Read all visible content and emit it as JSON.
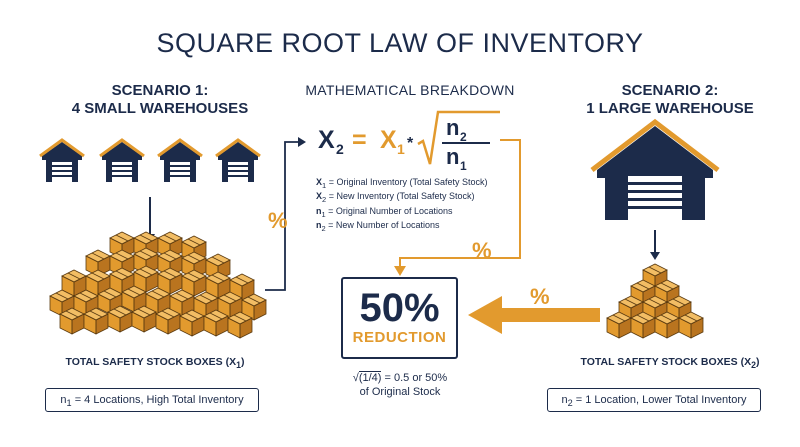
{
  "title": "SQUARE ROOT LAW OF INVENTORY",
  "scenario1": {
    "title_line1": "SCENARIO 1:",
    "title_line2": "4 SMALL WAREHOUSES",
    "caption": "TOTAL SAFETY STOCK BOXES (X",
    "caption_sub": "1",
    "box_sub": "1",
    "box_text": " = 4 Locations, High Total Inventory",
    "warehouse_count": 4
  },
  "scenario2": {
    "title_line1": "SCENARIO 2:",
    "title_line2": "1 LARGE WAREHOUSE",
    "caption": "TOTAL SAFETY STOCK BOXES (X",
    "caption_sub": "2",
    "box_sub": "2",
    "box_text": " = 1 Location, Lower Total Inventory",
    "warehouse_count": 1
  },
  "breakdown": {
    "heading": "MATHEMATICAL BREAKDOWN",
    "formula": {
      "x2": "X",
      "x2_sub": "2",
      "eq": "=",
      "x1": "X",
      "x1_sub": "1",
      "times": "*",
      "n2": "n",
      "n2_sub": "2",
      "n1": "n",
      "n1_sub": "1"
    },
    "legend": [
      {
        "sym": "X",
        "sub": "1",
        "text": " = Original Inventory (Total Safety Stock)"
      },
      {
        "sym": "X",
        "sub": "2",
        "text": " = New Inventory (Total Safety Stock)"
      },
      {
        "sym": "n",
        "sub": "1",
        "text": " = Original Number of Locations"
      },
      {
        "sym": "n",
        "sub": "2",
        "text": " = New Number of Locations"
      }
    ]
  },
  "result": {
    "value": "50%",
    "label": "REDUCTION",
    "sqrt_expr": "(1/4)",
    "sqrt_rest": " = 0.5 or 50%",
    "sqrt_line2": "of Original Stock"
  },
  "percent_symbol": "%",
  "colors": {
    "navy": "#1c2b4a",
    "orange": "#e29a2e",
    "box_light": "#e8a94c",
    "box_dark": "#b9741f"
  }
}
